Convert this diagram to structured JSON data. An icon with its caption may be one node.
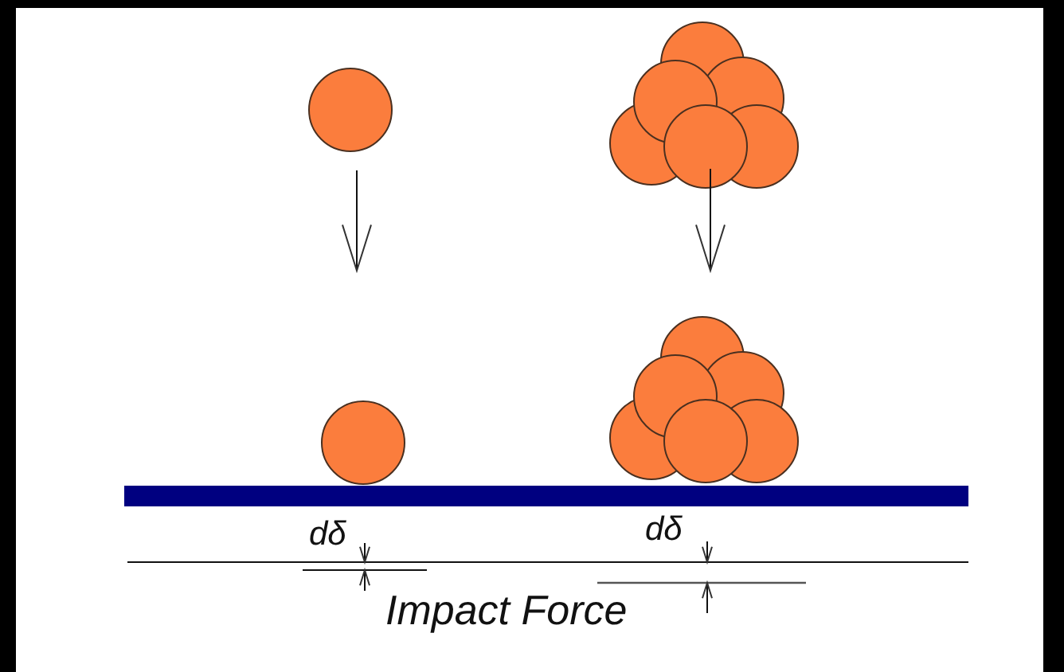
{
  "diagram": {
    "labels": [
      "dδ",
      "dδ",
      "Impact Force"
    ]
  }
}
